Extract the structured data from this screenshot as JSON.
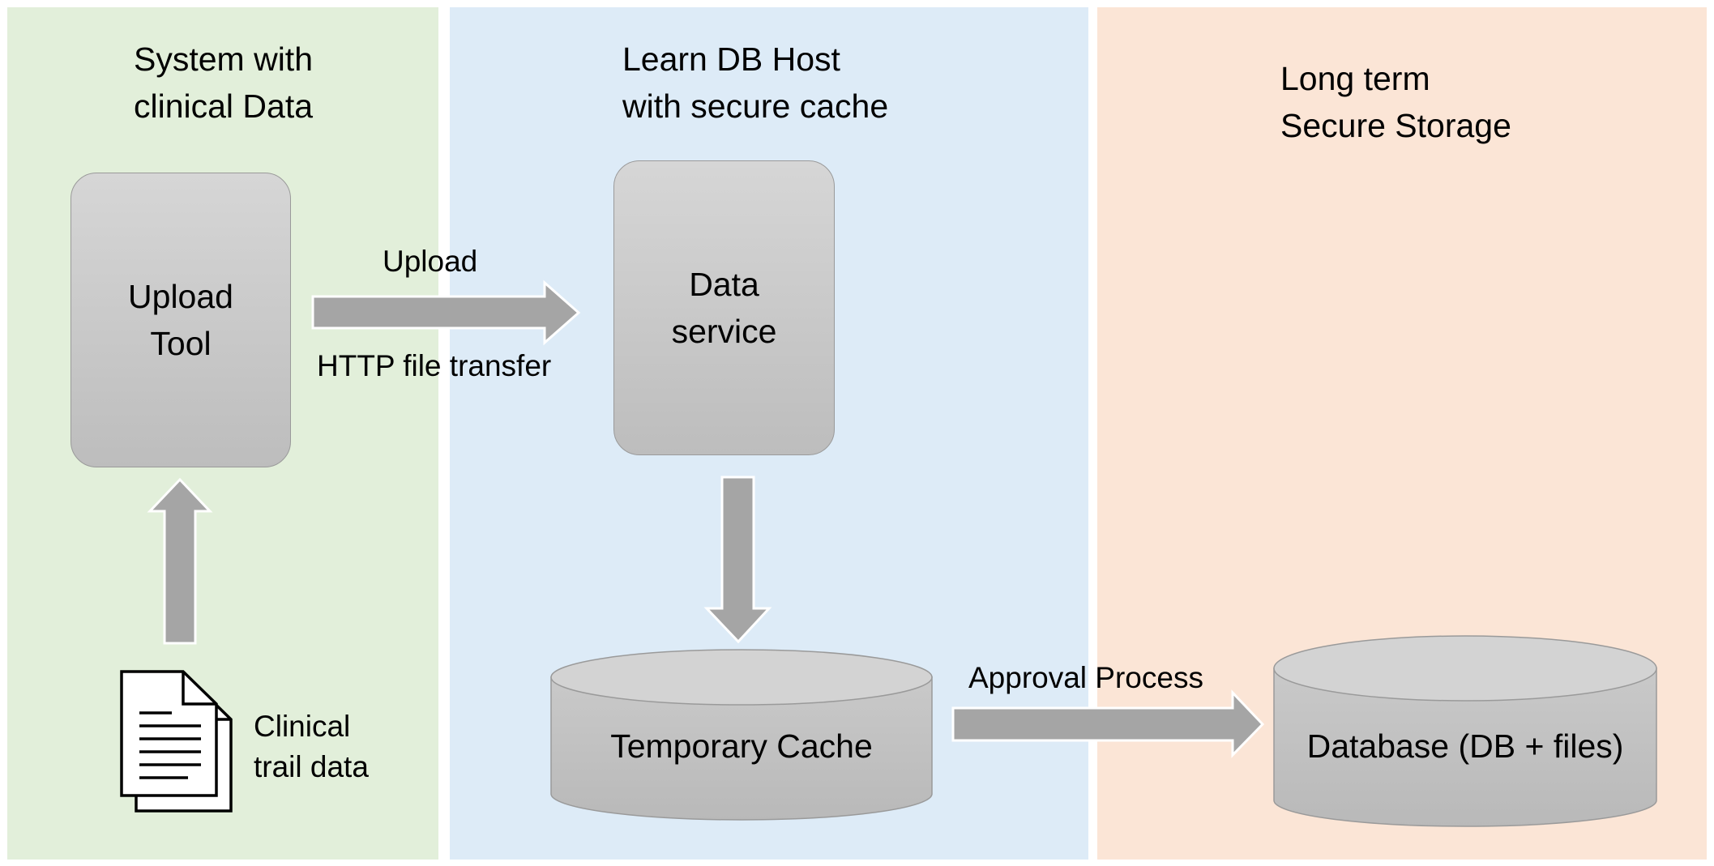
{
  "panels": {
    "left": {
      "title_line1": "System with",
      "title_line2": "clinical Data"
    },
    "middle": {
      "title_line1": "Learn DB Host",
      "title_line2": "with secure cache"
    },
    "right": {
      "title_line1": "Long term",
      "title_line2": "Secure Storage"
    }
  },
  "nodes": {
    "upload_tool": {
      "line1": "Upload",
      "line2": "Tool"
    },
    "data_service": {
      "line1": "Data",
      "line2": "service"
    },
    "temporary_cache": {
      "label": "Temporary Cache"
    },
    "database": {
      "label": "Database (DB + files)"
    },
    "clinical_data": {
      "line1": "Clinical",
      "line2": "trail data"
    }
  },
  "edges": {
    "upload": {
      "label_top": "Upload",
      "label_bottom": "HTTP file transfer"
    },
    "approval": {
      "label": "Approval Process"
    }
  },
  "colors": {
    "panel_left": "#e2efda",
    "panel_middle": "#ddebf7",
    "panel_right": "#fbe5d6",
    "node_fill": "#c8c8c8",
    "arrow_fill": "#a5a5a5"
  },
  "icons": {
    "clinical_data": "documents-icon"
  }
}
